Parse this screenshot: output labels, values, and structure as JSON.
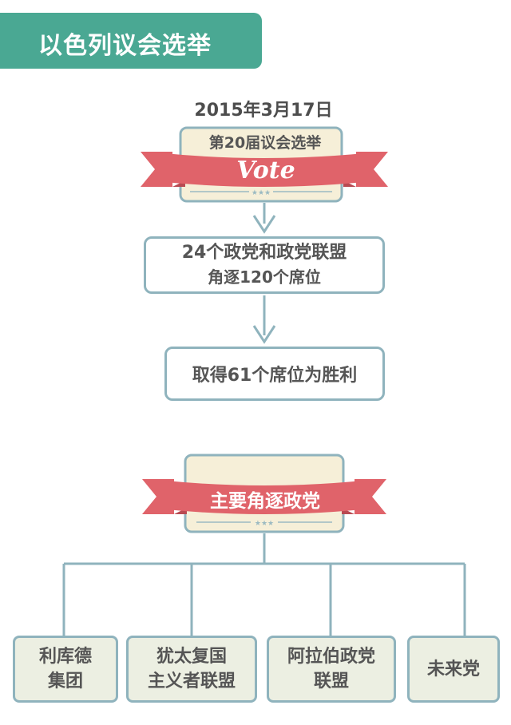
{
  "header": {
    "title": "以色列议会选举"
  },
  "date": "2015年3月17日",
  "vote_card": {
    "label": "第20届议会选举",
    "vote": "Vote"
  },
  "step1": {
    "line1": "24个政党和政党联盟",
    "line2": "角逐120个席位"
  },
  "step2": {
    "text": "取得61个席位为胜利"
  },
  "parties_card": {
    "title": "主要角逐政党"
  },
  "parties": [
    {
      "line1": "利库德",
      "line2": "集团"
    },
    {
      "line1": "犹太复国",
      "line2": "主义者联盟"
    },
    {
      "line1": "阿拉伯政党",
      "line2": "联盟"
    },
    {
      "line1": "未来党",
      "line2": ""
    }
  ],
  "colors": {
    "teal": "#4aa893",
    "ribbon": "#e0636a",
    "ribbon_dark": "#b94a52",
    "card_fill": "#f6efd8",
    "border": "#8fb3bd",
    "party_fill": "#ecefe2"
  }
}
